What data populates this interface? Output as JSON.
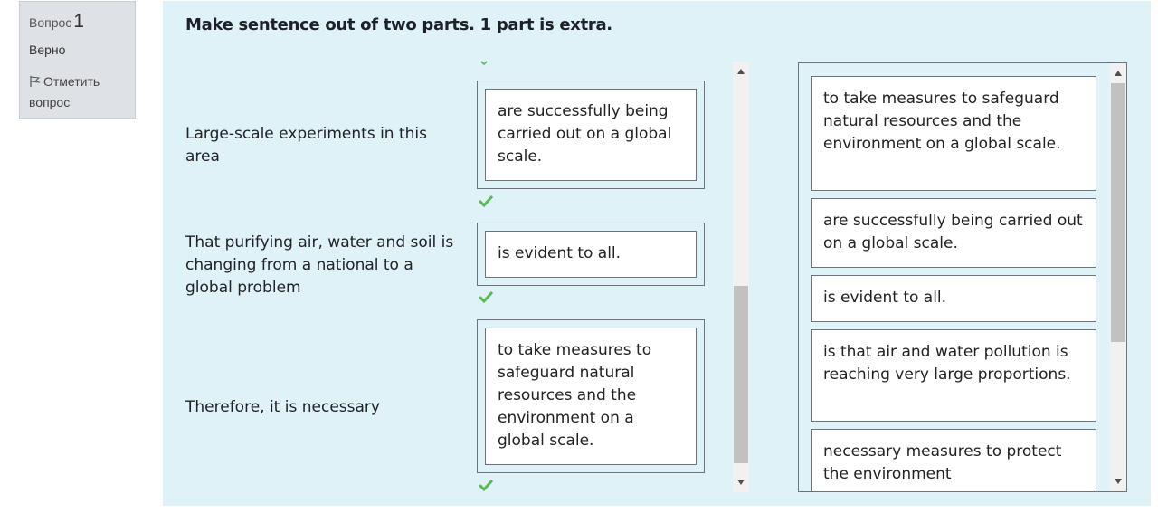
{
  "info": {
    "question_label": "Вопрос",
    "question_number": "1",
    "state": "Верно",
    "flag_label": "Отметить вопрос"
  },
  "question": {
    "text": "Make sentence out of two parts. 1 part is extra.",
    "rows": [
      {
        "stem": "Large-scale experiments in this area",
        "answer": "are successfully being carried out on a global scale."
      },
      {
        "stem": "That purifying air, water and soil is changing from a national to a global problem",
        "answer": "is evident to all."
      },
      {
        "stem": "Therefore, it is necessary",
        "answer": "to take measures to safeguard natural resources and the environment on a global scale."
      }
    ]
  },
  "choices": [
    "to take measures to safeguard natural resources and the environment on a global scale.",
    "are successfully being carried out on a global scale.",
    "is evident to all.",
    "is that air and water pollution is reaching very large proportions.",
    "necessary measures to protect the environment"
  ],
  "colors": {
    "panel_bg": "#def2f8",
    "correct_check": "#5cb85c",
    "info_bg": "#dee2e6"
  },
  "icons": [
    "flag-icon",
    "check-icon",
    "chevron-down-icon",
    "scroll-up-arrow-icon",
    "scroll-down-arrow-icon"
  ]
}
